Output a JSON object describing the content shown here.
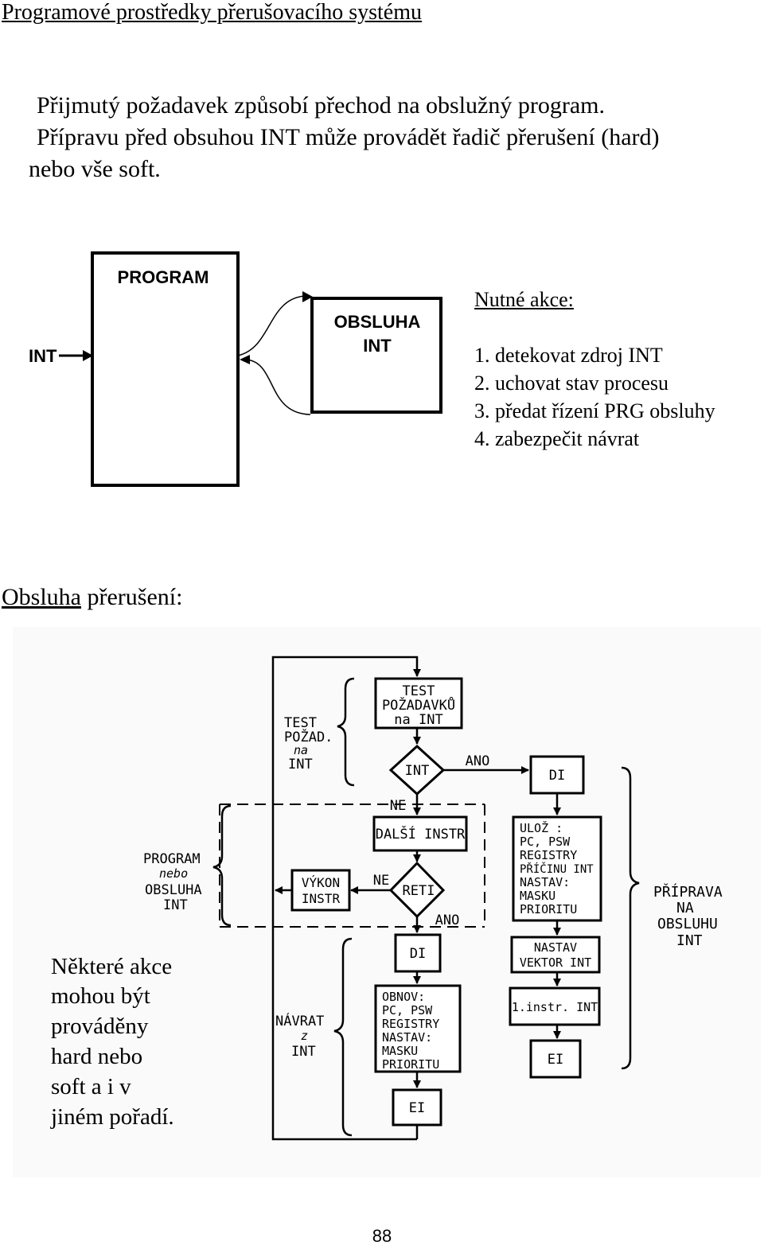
{
  "title": "Programové prostředky přerušovacího systému",
  "intro": {
    "line1": "Přijmutý požadavek způsobí přechod na obslužný program.",
    "line2": "Přípravu před obsuhou INT může provádět  řadič přerušení (hard)",
    "line3": "nebo vše soft."
  },
  "diagram1": {
    "program_label": "PROGRAM",
    "int_label": "INT",
    "obsluha_line1": "OBSLUHA",
    "obsluha_line2": "INT",
    "actions_heading": "Nutné akce:",
    "actions": [
      "1. detekovat zdroj INT",
      "2. uchovat stav procesu",
      "3. předat řízení PRG obsluhy",
      "4. zabezpečit návrat"
    ]
  },
  "section2": {
    "heading_underlined": "Obsluha",
    "heading_rest": " přerušení:"
  },
  "flowchart": {
    "test_box": [
      "TEST",
      "POŽADAVKŮ",
      "na  INT"
    ],
    "int_diamond": "INT",
    "ano1": "ANO",
    "ne1": "NE",
    "di_right": "DI",
    "dalsi_instr": "DALŠÍ INSTR",
    "reti_diamond": "RETI",
    "ne2": "NE",
    "ano2": "ANO",
    "vykon_box": [
      "VÝKON",
      "INSTR"
    ],
    "di_center": "DI",
    "obnov_box": [
      "OBNOV:",
      "PC, PSW",
      "REGISTRY",
      "NASTAV:",
      "MASKU",
      "PRIORITU"
    ],
    "ei_center": "EI",
    "uloz_box": [
      "ULOŽ :",
      "PC, PSW",
      "REGISTRY",
      "PŘÍČINU INT",
      "NASTAV:",
      "MASKU",
      "PRIORITU"
    ],
    "nastav_vektor_box": [
      "NASTAV",
      "VEKTOR INT"
    ],
    "first_instr_box": "1.instr. INT",
    "ei_right": "EI",
    "label_test_pozad": [
      "TEST",
      "POŽAD.",
      "na",
      "INT"
    ],
    "label_program_obsluha": [
      "PROGRAM",
      "nebo",
      "OBSLUHA",
      "INT"
    ],
    "label_navrat": [
      "NÁVRAT",
      "z",
      "INT"
    ],
    "label_priprava": [
      "PŘÍPRAVA",
      "NA",
      "OBSLUHU",
      "INT"
    ],
    "note": [
      "Některé akce",
      "mohou být",
      "prováděny",
      "hard nebo",
      "soft a i v",
      "jiném pořadí."
    ]
  },
  "page_number": "88"
}
